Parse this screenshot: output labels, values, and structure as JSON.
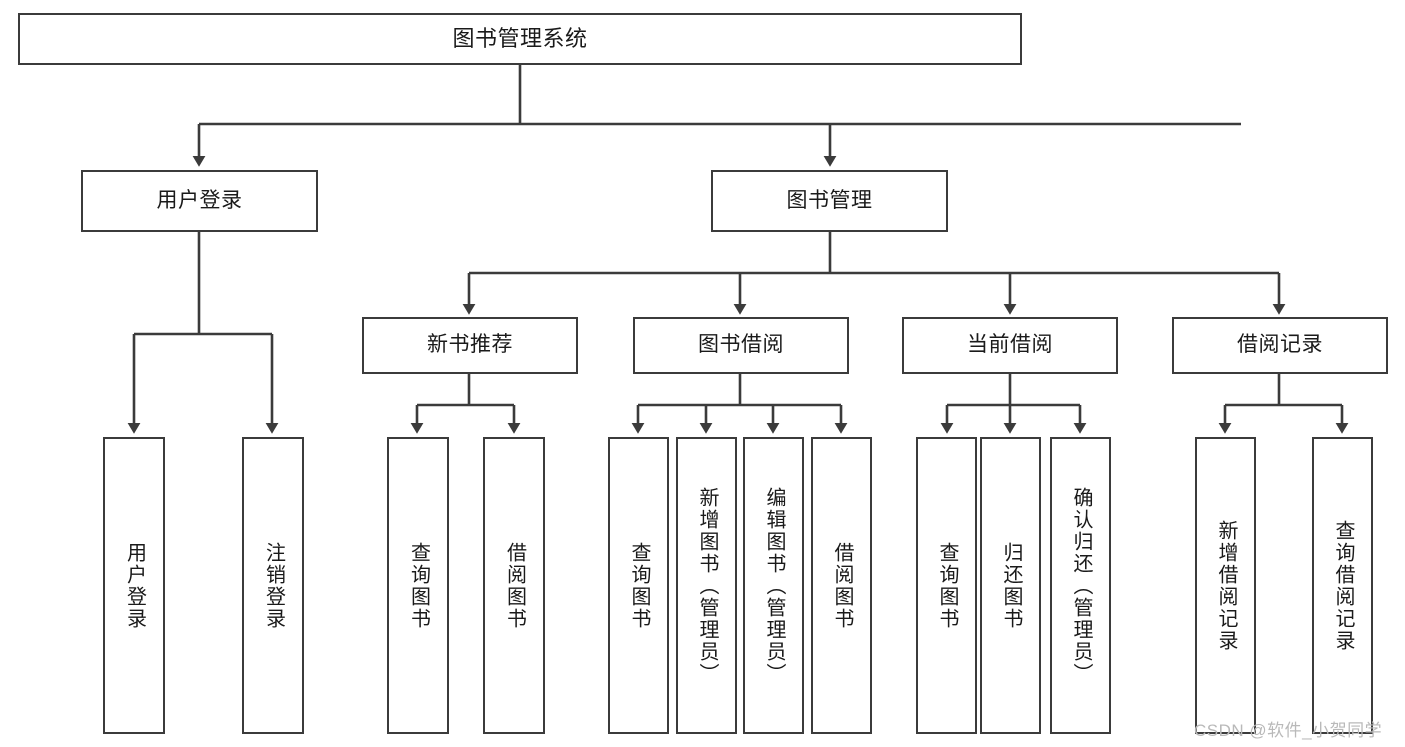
{
  "diagram": {
    "title": "图书管理系统",
    "type": "tree-hierarchy-diagram",
    "root": {
      "label": "图书管理系统"
    },
    "level2": [
      {
        "label": "用户登录"
      },
      {
        "label": "图书管理"
      }
    ],
    "level3": [
      {
        "label": "新书推荐"
      },
      {
        "label": "图书借阅"
      },
      {
        "label": "当前借阅"
      },
      {
        "label": "借阅记录"
      }
    ],
    "leaves": {
      "user_login": [
        {
          "label": "用户登录"
        },
        {
          "label": "注销登录"
        }
      ],
      "new_book_recommend": [
        {
          "label": "查询图书"
        },
        {
          "label": "借阅图书"
        }
      ],
      "book_borrow": [
        {
          "label": "查询图书"
        },
        {
          "label": "新增图书（管理员）"
        },
        {
          "label": "编辑图书（管理员）"
        },
        {
          "label": "借阅图书"
        }
      ],
      "current_borrow": [
        {
          "label": "查询图书"
        },
        {
          "label": "归还图书"
        },
        {
          "label": "确认归还（管理员）"
        }
      ],
      "borrow_record": [
        {
          "label": "新增借阅记录"
        },
        {
          "label": "查询借阅记录"
        }
      ]
    }
  },
  "watermark": {
    "text": "CSDN @软件_小贺同学"
  },
  "colors": {
    "box_border": "#3b3b3b",
    "box_fill": "#ffffff",
    "edge": "#3b3b3b",
    "text": "#1a1a1a",
    "watermark": "#b9b9b9",
    "background": "#ffffff"
  }
}
